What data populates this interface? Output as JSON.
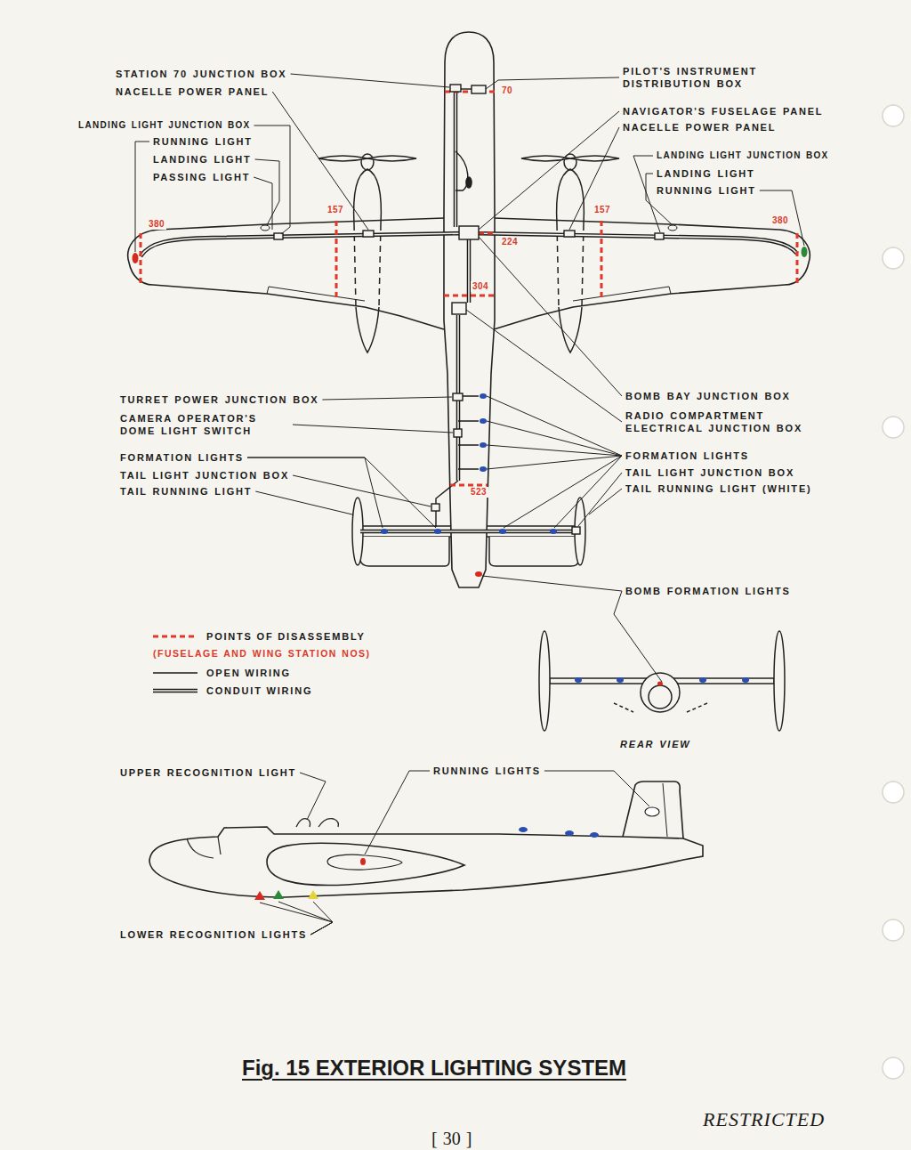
{
  "diagram": {
    "caption": "Fig. 15 EXTERIOR LIGHTING SYSTEM",
    "labels": [
      "STATION 70 JUNCTION BOX",
      "NACELLE POWER PANEL",
      "LANDING LIGHT JUNCTION BOX",
      "RUNNING LIGHT",
      "LANDING LIGHT",
      "PASSING LIGHT",
      "PILOT'S INSTRUMENT DISTRIBUTION BOX",
      "NAVIGATOR'S FUSELAGE PANEL",
      "NACELLE POWER PANEL",
      "LANDING LIGHT JUNCTION BOX",
      "LANDING LIGHT",
      "RUNNING LIGHT",
      "70",
      "380",
      "157",
      "157",
      "380",
      "224",
      "304",
      "523",
      "TURRET POWER JUNCTION BOX",
      "CAMERA OPERATOR'S DOME LIGHT SWITCH",
      "FORMATION LIGHTS",
      "TAIL LIGHT JUNCTION BOX",
      "TAIL RUNNING LIGHT",
      "BOMB BAY JUNCTION BOX",
      "RADIO COMPARTMENT ELECTRICAL JUNCTION BOX",
      "FORMATION LIGHTS",
      "TAIL LIGHT JUNCTION BOX",
      "TAIL RUNNING LIGHT (WHITE)",
      "BOMB FORMATION LIGHTS",
      "(FUSELAGE AND WING STATION NOS)",
      "REAR VIEW",
      "UPPER RECOGNITION LIGHT",
      "RUNNING LIGHTS",
      "LOWER RECOGNITION LIGHTS",
      "RESTRICTED",
      "[ 30 ]"
    ],
    "legend": [
      {
        "text": "POINTS OF DISASSEMBLY"
      },
      {
        "text": "OPEN WIRING"
      },
      {
        "text": "CONDUIT WIRING"
      }
    ]
  }
}
